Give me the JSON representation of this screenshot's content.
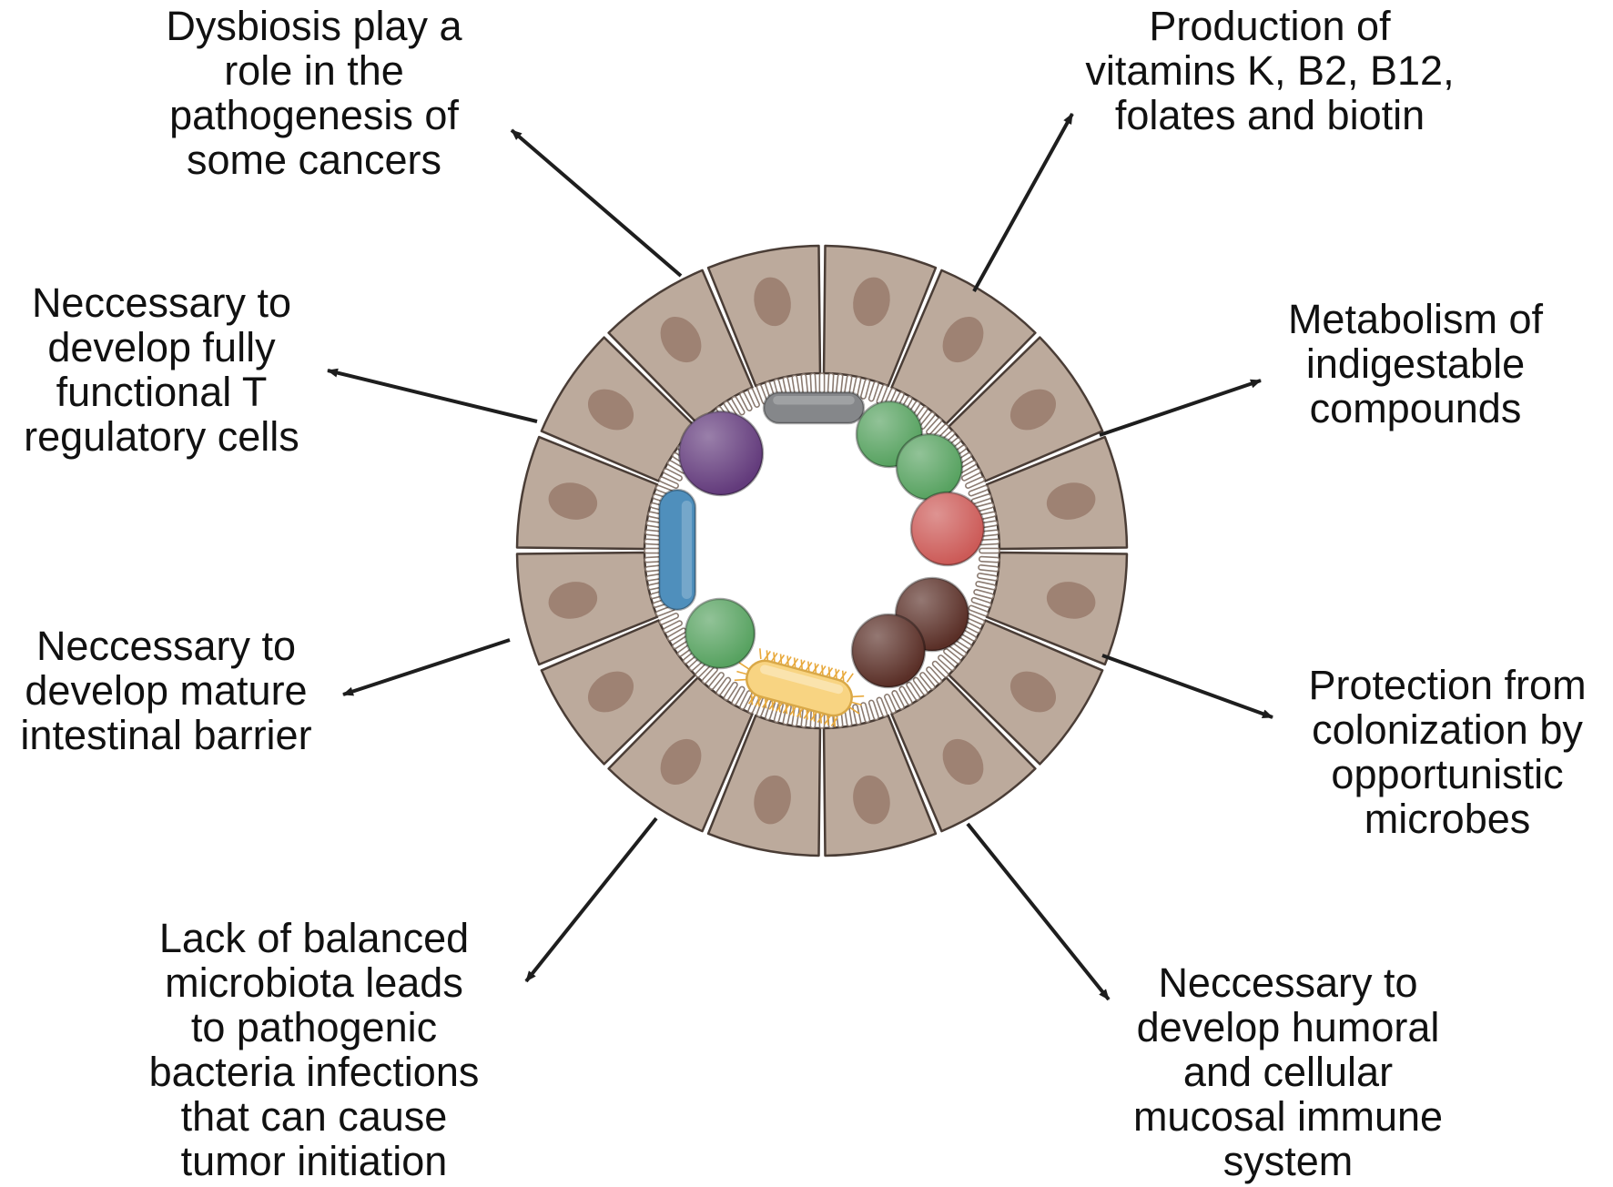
{
  "colors": {
    "cell_fill": "#bcaa9c",
    "cell_stroke": "#4a3d36",
    "nucleus": "#9e8273",
    "microvilli": "#8a7a70",
    "arrow": "#1e1e1e",
    "microbe_purple": "#633b7c",
    "microbe_gray": "#85878a",
    "microbe_green": "#57a260",
    "microbe_red": "#cc5a57",
    "microbe_brown": "#5a2f27",
    "microbe_blue": "#4f8fbc",
    "microbe_yellow": "#f8d482"
  },
  "annotations": [
    {
      "id": "cancer-role",
      "lines": [
        "Dysbiosis play a",
        "role in the",
        "pathogenesis of",
        "some cancers"
      ]
    },
    {
      "id": "vitamins",
      "lines": [
        "Production of",
        "vitamins K, B2, B12,",
        "folates and biotin"
      ]
    },
    {
      "id": "t-regulatory",
      "lines": [
        "Neccessary to",
        "develop fully",
        "functional T",
        "regulatory cells"
      ]
    },
    {
      "id": "metabolism",
      "lines": [
        "Metabolism of",
        "indigestable",
        "compounds"
      ]
    },
    {
      "id": "intestinal-barrier",
      "lines": [
        "Neccessary to",
        "develop mature",
        "intestinal barrier"
      ]
    },
    {
      "id": "protection",
      "lines": [
        "Protection from",
        "colonization by",
        "opportunistic",
        "microbes"
      ]
    },
    {
      "id": "pathogenic-infections",
      "lines": [
        "Lack of balanced",
        "microbiota leads",
        "to pathogenic",
        "bacteria infections",
        "that can cause",
        "tumor initiation"
      ]
    },
    {
      "id": "immune-system",
      "lines": [
        "Neccessary to",
        "develop humoral",
        "and cellular",
        "mucosal immune",
        "system"
      ]
    }
  ]
}
